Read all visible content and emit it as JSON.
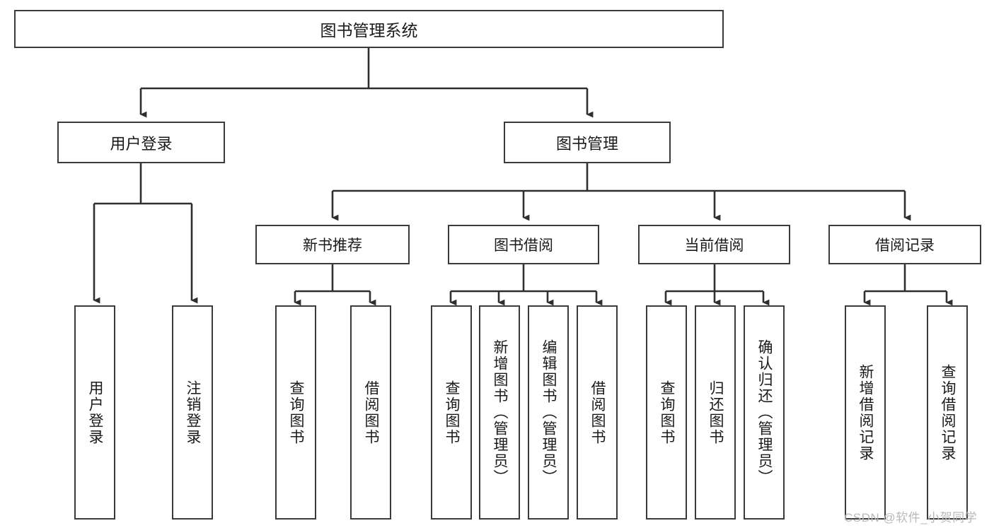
{
  "diagram": {
    "type": "hierarchy-tree",
    "title": "图书管理系统",
    "root": {
      "id": "root",
      "label": "图书管理系统"
    },
    "level2": [
      {
        "id": "user-login",
        "label": "用户登录"
      },
      {
        "id": "book-management",
        "label": "图书管理"
      }
    ],
    "level3": [
      {
        "id": "new-book-recommend",
        "label": "新书推荐",
        "parent": "book-management"
      },
      {
        "id": "book-borrow",
        "label": "图书借阅",
        "parent": "book-management"
      },
      {
        "id": "current-borrow",
        "label": "当前借阅",
        "parent": "book-management"
      },
      {
        "id": "borrow-record",
        "label": "借阅记录",
        "parent": "book-management"
      }
    ],
    "leaves": [
      {
        "id": "leaf-user-login",
        "label": "用户登录",
        "parent": "user-login"
      },
      {
        "id": "leaf-logout-login",
        "label": "注销登录",
        "parent": "user-login"
      },
      {
        "id": "leaf-query-book-1",
        "label": "查询图书",
        "parent": "new-book-recommend"
      },
      {
        "id": "leaf-borrow-book-1",
        "label": "借阅图书",
        "parent": "new-book-recommend"
      },
      {
        "id": "leaf-query-book-2",
        "label": "查询图书",
        "parent": "book-borrow"
      },
      {
        "id": "leaf-add-book",
        "label": "新增图书（管理员）",
        "parent": "book-borrow"
      },
      {
        "id": "leaf-edit-book",
        "label": "编辑图书（管理员）",
        "parent": "book-borrow"
      },
      {
        "id": "leaf-borrow-book-2",
        "label": "借阅图书",
        "parent": "book-borrow"
      },
      {
        "id": "leaf-query-book-3",
        "label": "查询图书",
        "parent": "current-borrow"
      },
      {
        "id": "leaf-return-book",
        "label": "归还图书",
        "parent": "current-borrow"
      },
      {
        "id": "leaf-confirm-return",
        "label": "确认归还（管理员）",
        "parent": "current-borrow"
      },
      {
        "id": "leaf-add-record",
        "label": "新增借阅记录",
        "parent": "borrow-record"
      },
      {
        "id": "leaf-query-record",
        "label": "查询借阅记录",
        "parent": "borrow-record"
      }
    ]
  },
  "watermark": {
    "text": "CSDN @软件_小贺同学"
  },
  "colors": {
    "box_border": "#3b3b3b",
    "connector": "#2f2f2f",
    "background": "#ffffff",
    "text": "#1a1a1a",
    "watermark": "#b9b9b9"
  }
}
